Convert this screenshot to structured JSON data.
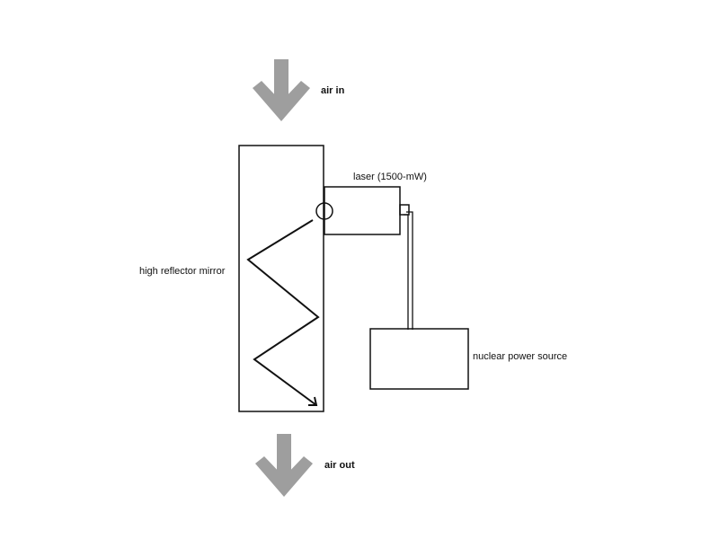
{
  "labels": {
    "air_in": "air in",
    "air_out": "air out",
    "laser": "laser (1500-mW)",
    "mirror": "high reflector mirror",
    "power": "nuclear power source"
  },
  "colors": {
    "arrow": "#9e9e9e",
    "stroke": "#111111",
    "background": "#ffffff"
  }
}
